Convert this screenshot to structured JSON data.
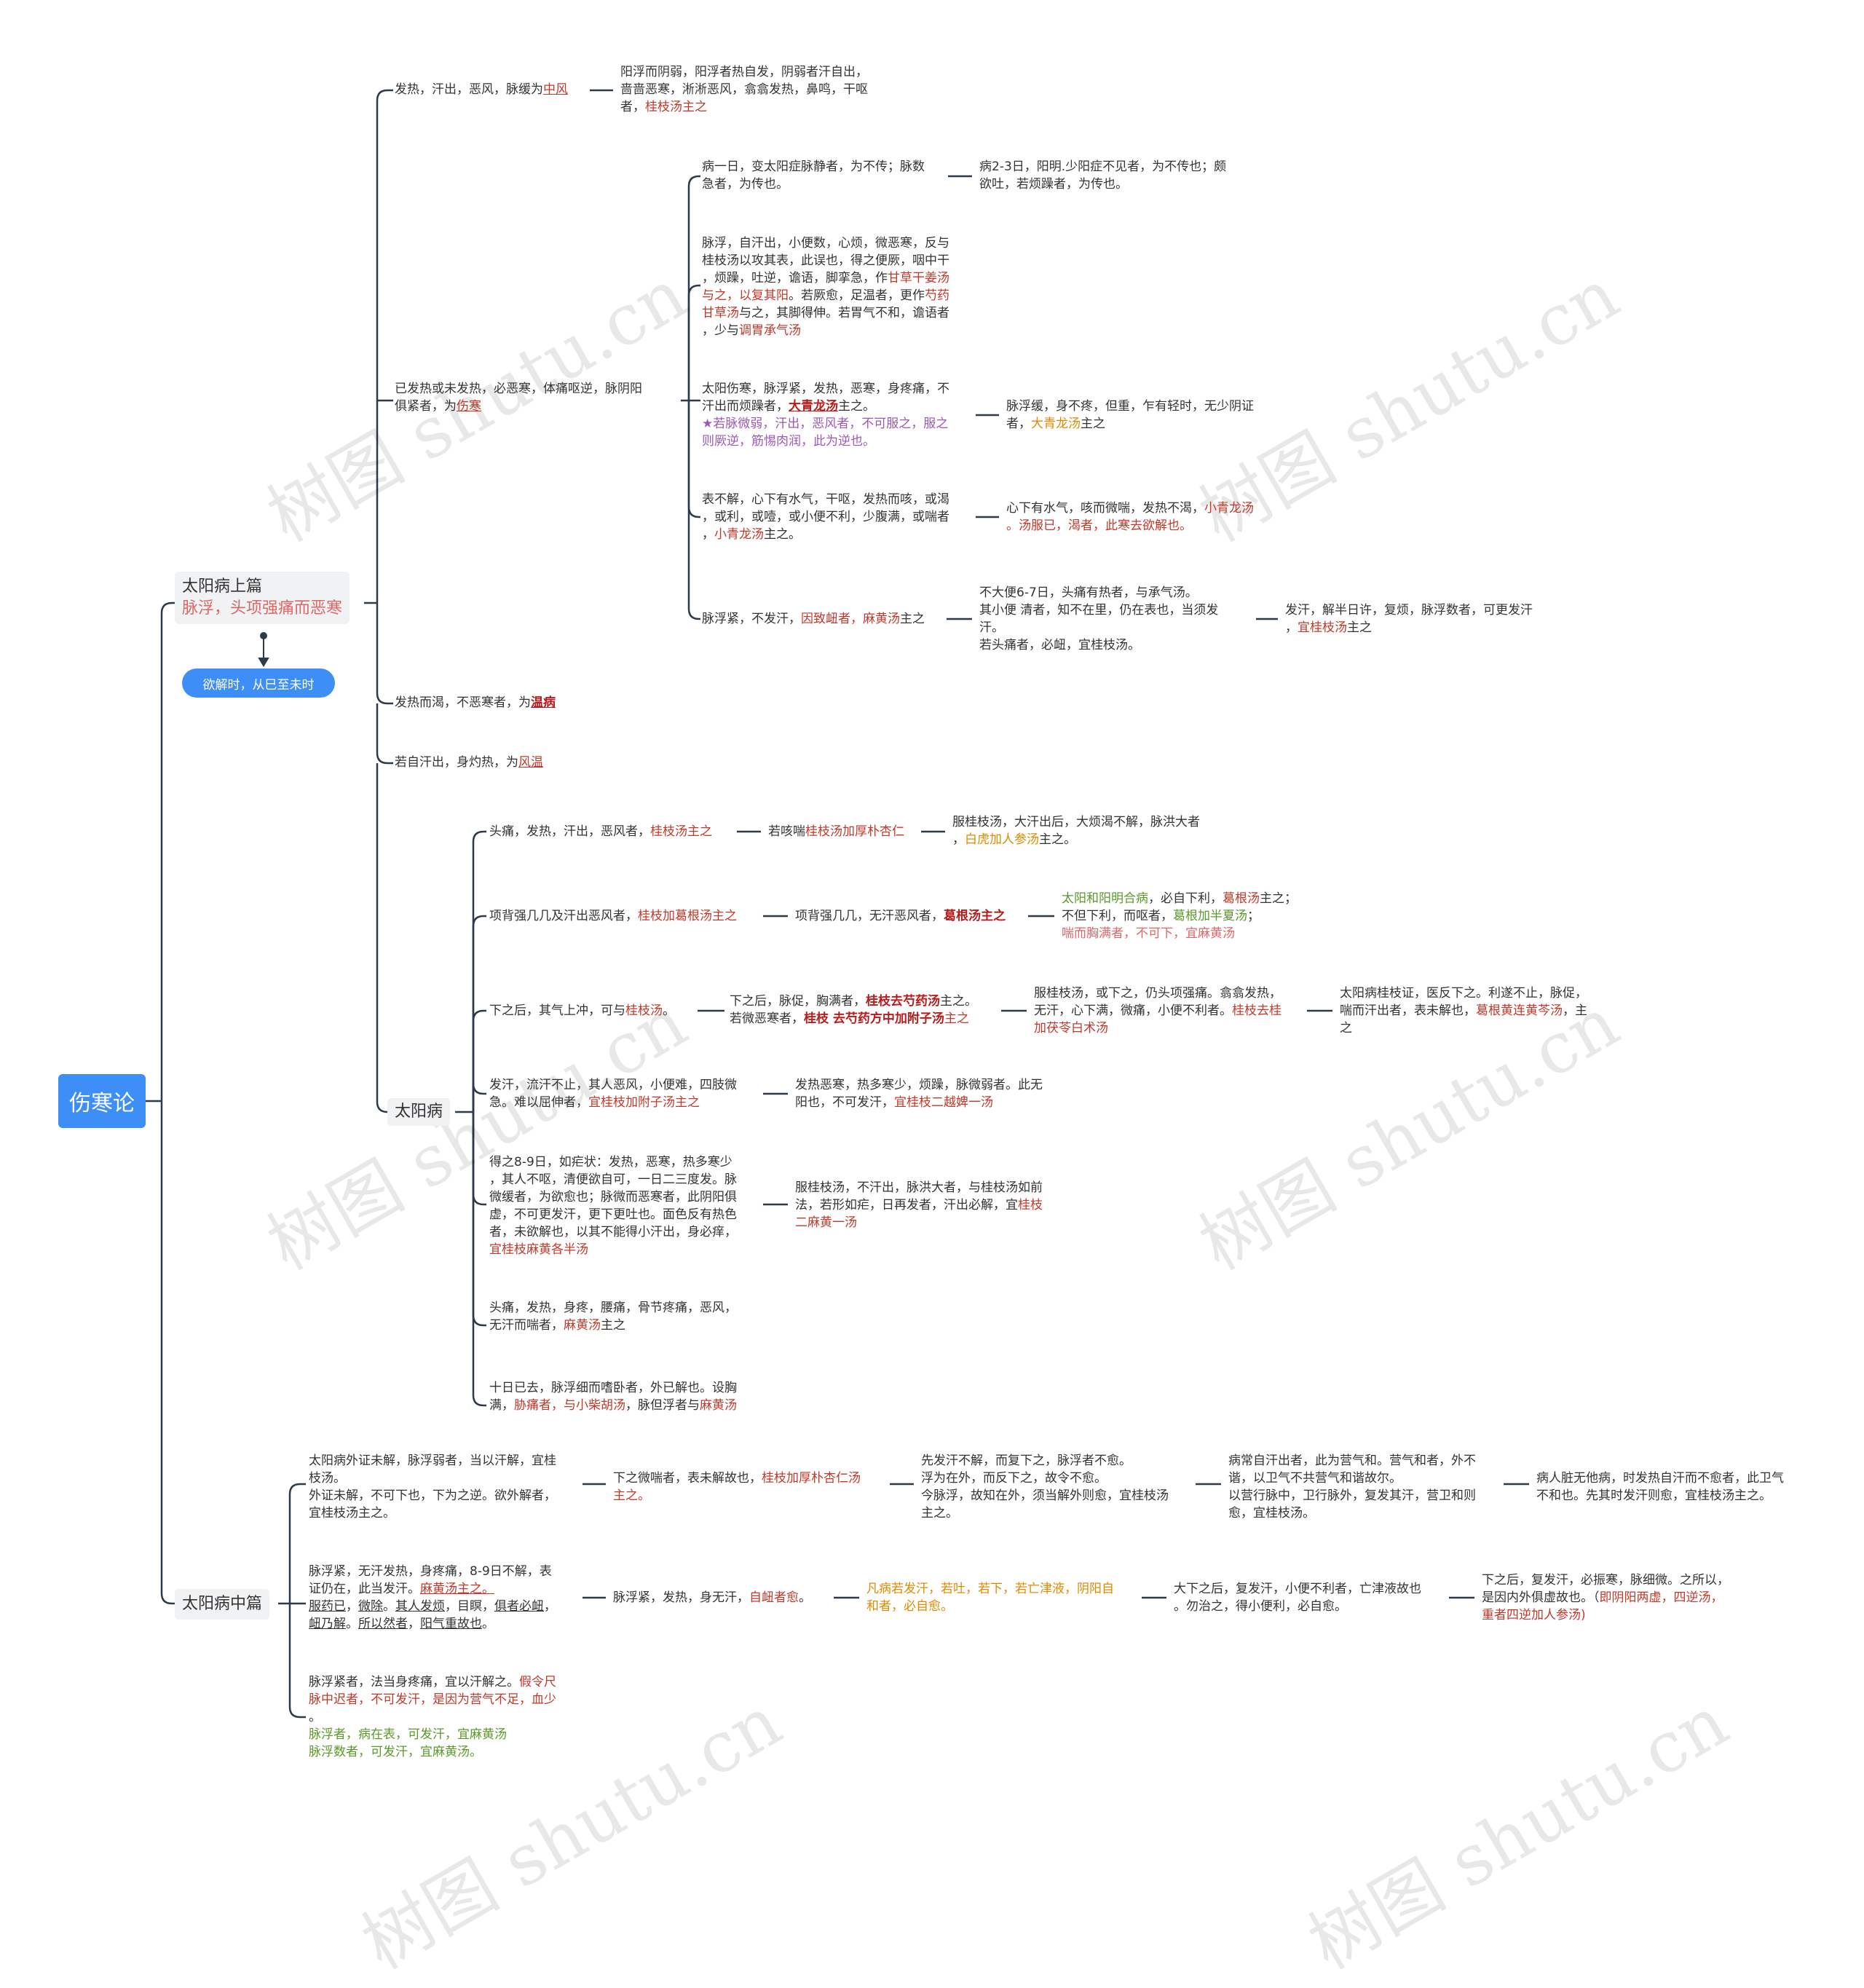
{
  "root": "伤寒论",
  "watermark": "树图 shutu.cn",
  "upper": {
    "title": "太阳病上篇",
    "subtitle": "脉浮，头项强痛而恶寒",
    "note": "欲解时，从巳至未时",
    "zhongfeng": {
      "pre": "发热，汗出，恶风，脉缓为",
      "hl": "中风"
    },
    "zhongfeng_detail": {
      "l1": "阳浮而阴弱，阳浮者热自发，阴弱者汗自出，",
      "l2": "啬啬恶寒，淅淅恶风，翕翕发热，鼻鸣，干呕",
      "l3": "者，",
      "hl": "桂枝汤主之"
    },
    "shanghan": {
      "l1": "已发热或未发热，必恶寒，体痛呕逆，脉阴阳",
      "l2": "俱紧者，为",
      "hl": "伤寒"
    },
    "c1": {
      "l1": "病一日，变太阳症脉静者，为不传；脉数",
      "l2": "急者，为传也。"
    },
    "c1n": {
      "l1": "病2-3日，阳明.少阳症不见者，为不传也；颇",
      "l2": "欲吐，若烦躁者，为传也。"
    },
    "c2": {
      "l1": "脉浮，自汗出，小便数，心烦，微恶寒，反与",
      "l2": "桂枝汤以攻其表，此误也，得之便厥，咽中干",
      "l3a": "，烦躁，吐逆，谵语，脚挛急，作",
      "l3b": "甘草干姜汤",
      "l4a": "与之，以复其阳",
      "l4b": "。若厥愈，足温者，更作",
      "l4c": "芍药",
      "l5a": "甘草汤",
      "l5b": "与之，其脚得伸。若胃气不和，谵语者",
      "l6a": "，少与",
      "l6b": "调胃承气汤"
    },
    "c3": {
      "l1": "太阳伤寒，脉浮紧，发热，恶寒，身疼痛，不",
      "l2a": "汗出而烦躁者，",
      "l2b": "大青龙汤",
      "l2c": "主之。",
      "l3": "★若脉微弱，汗出，恶风者，不可服之，服之",
      "l4": "则厥逆，筋惕肉润，此为逆也。"
    },
    "c3n": {
      "l1": "脉浮缓，身不疼，但重，乍有轻时，无少阴证",
      "l2a": "者，",
      "l2b": "大青龙汤",
      "l2c": "主之"
    },
    "c4": {
      "l1": "表不解，心下有水气，干呕，发热而咳，或渴",
      "l2": "，或利，或噎，或小便不利，少腹满，或喘者",
      "l3a": "，",
      "l3b": "小青龙汤",
      "l3c": "主之。"
    },
    "c4n": {
      "l1a": "心下有水气，咳而微喘，发热不渴，",
      "l1b": "小青龙汤",
      "l2": "。汤服已，渴者，此寒去欲解也。"
    },
    "c5": {
      "a": "脉浮紧，不发汗，",
      "b": "因致衄者，",
      "c": "麻黄汤",
      "d": "主之"
    },
    "c5n": {
      "l1": "不大便6-7日，头痛有热者，与承气汤。",
      "l2": "其小便 清者，知不在里，仍在表也，当须发",
      "l3": "汗。",
      "l4": "若头痛者，必衄，宜桂枝汤。"
    },
    "c5nn": {
      "l1": "发汗，解半日许，复烦，脉浮数者，可更发汗",
      "l2a": "，",
      "l2b": "宜桂枝汤",
      "l2c": "主之"
    },
    "wenbing": {
      "pre": "发热而渴，不恶寒者，为",
      "hl": "温病"
    },
    "fengwen": {
      "pre": "若自汗出，身灼热，为",
      "hl": "风温"
    }
  },
  "taiyang": {
    "title": "太阳病",
    "d1": {
      "a": "头痛，发热，汗出，恶风者，",
      "b": "桂枝汤主之"
    },
    "d1n": {
      "a": "若咳喘",
      "b": "桂枝汤加厚朴杏仁"
    },
    "d1nn": {
      "l1": "服桂枝汤，大汗出后，大烦渴不解，脉洪大者",
      "l2a": "，",
      "l2b": "白虎加人参汤",
      "l2c": "主之。"
    },
    "d2": {
      "a": "项背强几几及汗出恶风者，",
      "b": "桂枝加葛根汤主之"
    },
    "d2n": {
      "a": "项背强几几，无汗恶风者，",
      "b": "葛根汤主之"
    },
    "d2nn": {
      "l1a": "太阳和阳明合病",
      "l1b": "，必自下利，",
      "l1c": "葛根汤",
      "l1d": "主之；",
      "l2a": "不但下利，而呕者，",
      "l2b": "葛根加半夏汤",
      "l2c": "；",
      "l3": "喘而胸满者，不可下，宜麻黄汤"
    },
    "d3": {
      "a": "下之后，其气上冲，可与",
      "b": "桂枝汤",
      "c": "。"
    },
    "d3n": {
      "l1a": "下之后，脉促，胸满者，",
      "l1b": "桂枝去芍药汤",
      "l1c": "主之。",
      "l2a": "若微恶寒者，",
      "l2b": "桂枝 去芍药方中加附子汤",
      "l2c": "主之"
    },
    "d3nn": {
      "l1": "服桂枝汤，或下之，仍头项强痛。翕翕发热，",
      "l2a": "无汗，心下满，微痛，小便不利者。",
      "l2b": "桂枝去桂",
      "l3": "加茯苓白术汤"
    },
    "d3nnn": {
      "l1": "太阳病桂枝证，医反下之。利遂不止，脉促，",
      "l2a": "喘而汗出者，表未解也，",
      "l2b": "葛根黄连黄芩汤",
      "l2c": "，主",
      "l3": "之"
    },
    "d4": {
      "l1": "发汗，流汗不止，其人恶风，小便难，四肢微",
      "l2a": "急。难以屈伸者，",
      "l2b": "宜桂枝加附子汤主之"
    },
    "d4n": {
      "l1": "发热恶寒，热多寒少，烦躁，脉微弱者。此无",
      "l2a": "阳也，不可发汗，",
      "l2b": "宜桂枝二越婢一汤"
    },
    "d5": {
      "l1": "得之8-9日，如疟状：发热，恶寒，热多寒少",
      "l2": "，其人不呕，清便欲自可，一日二三度发。脉",
      "l3": "微缓者，为欲愈也；脉微而恶寒者，此阴阳俱",
      "l4": "虚，不可更发汗，更下更吐也。面色反有热色",
      "l5": "者，未欲解也，以其不能得小汗出，身必痒，",
      "l6": "宜桂枝麻黄各半汤"
    },
    "d5n": {
      "l1": "服桂枝汤，不汗出，脉洪大者，与桂枝汤如前",
      "l2a": "法，若形如疟，日再发者，汗出必解，宜",
      "l2b": "桂枝",
      "l3": "二麻黄一汤"
    },
    "d6": {
      "l1": "头痛，发热，身疼，腰痛，骨节疼痛，恶风，",
      "l2a": "无汗而喘者，",
      "l2b": "麻黄汤",
      "l2c": "主之"
    },
    "d7": {
      "l1": "十日已去，脉浮细而嗜卧者，外已解也。设胸",
      "l2a": "满，",
      "l2b": "胁痛者，与小柴胡汤",
      "l2c": "，脉但浮者与",
      "l2d": "麻黄汤"
    }
  },
  "middle": {
    "title": "太阳病中篇",
    "e1": {
      "l1": "太阳病外证未解，脉浮弱者，当以汗解，宜桂",
      "l2": "枝汤。",
      "l3": "外证未解，不可下也，下为之逆。欲外解者，",
      "l4": "宜桂枝汤主之。"
    },
    "e1n": {
      "l1a": "下之微喘者，表未解故也，",
      "l1b": "桂枝加厚朴杏仁汤",
      "l2": "主之。"
    },
    "e1nn": {
      "l1": "先发汗不解，而复下之，脉浮者不愈。",
      "l2": "浮为在外，而反下之，故令不愈。",
      "l3": "今脉浮，故知在外，须当解外则愈，宜桂枝汤",
      "l4": "主之。"
    },
    "e1nnn": {
      "l1": "病常自汗出者，此为营气和。营气和者，外不",
      "l2": "谐，以卫气不共营气和谐故尔。",
      "l3": "以营行脉中，卫行脉外，复发其汗，营卫和则",
      "l4": "愈，宜桂枝汤。"
    },
    "e1nnnn": {
      "l1": "病人脏无他病，时发热自汗而不愈者，此卫气",
      "l2": "不和也。先其时发汗则愈，宜桂枝汤主之。"
    },
    "e2": {
      "l1": "脉浮紧，无汗发热，身疼痛，8-9日不解，表",
      "l2a": "证仍在，此当发汗。",
      "l2b": "麻黄汤主之。",
      "l3a": "服药已",
      "l3b": "，",
      "l3c": "微除",
      "l3d": "。",
      "l3e": "其人发烦",
      "l3f": "，目瞑，",
      "l3g": "俱者必衄",
      "l3h": "，",
      "l4a": "衄乃解",
      "l4b": "。",
      "l4c": "所以然者",
      "l4d": "，",
      "l4e": "阳气重故也",
      "l4f": "。"
    },
    "e2n": {
      "a": "脉浮紧，发热，身无汗，",
      "b": "自衄者愈",
      "c": "。"
    },
    "e2nn": {
      "l1": "凡病若发汗，若吐，若下，若亡津液，阴阳自",
      "l2": "和者，必自愈。"
    },
    "e2nnn": {
      "l1": "大下之后，复发汗，小便不利者，亡津液故也",
      "l2": "。勿治之，得小便利，必自愈。"
    },
    "e2nnnn": {
      "l1": "下之后，复发汗，必振寒，脉细微。之所以，",
      "l2a": "是因内外俱虚故也。（",
      "l2b": "即阴阳两虚，四逆汤，",
      "l3": "重者四逆加人参汤)"
    },
    "e3": {
      "l1a": "脉浮紧者，法当身疼痛，宜以汗解之。",
      "l1b": "假令尺",
      "l2": "脉中迟者，不可发汗，是因为营气不足，血少",
      "l3": "。",
      "l4": "脉浮者，病在表，可发汗，宜麻黄汤",
      "l5": "脉浮数者，可发汗，宜麻黄汤。"
    }
  }
}
